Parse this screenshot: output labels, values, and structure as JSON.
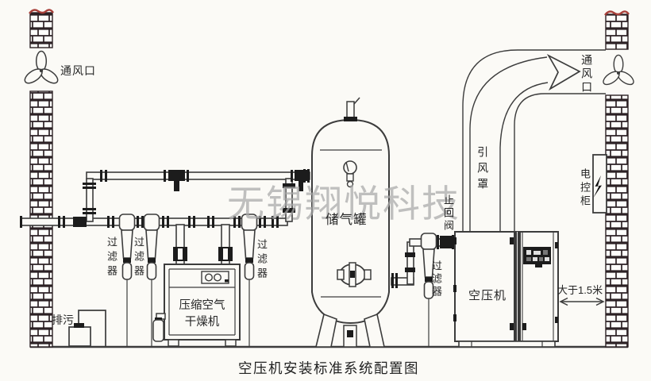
{
  "title": "空压机安装标准系统配置图",
  "watermark": "无锡翔悦科技",
  "labels": {
    "vent_left": "通风口",
    "vent_right": "通风口",
    "filter_1": "过滤器",
    "filter_2": "过滤器",
    "filter_3": "过滤器",
    "filter_4": "过滤器",
    "drain": "排污",
    "dryer_line1": "压缩空气",
    "dryer_line2": "干燥机",
    "tank": "储气罐",
    "check_valve": "止回阀",
    "compressor": "空压机",
    "induction_hood": "引风罩",
    "control_cabinet": "电控柜",
    "clearance": "大于1.5米"
  },
  "icons": {
    "fan_left": "three-blade-fan",
    "fan_right": "three-blade-fan",
    "airflow": "curved-arrow-right",
    "lightning": "lightning-bolt"
  },
  "colors": {
    "bg": "#fbfaf6",
    "line": "#3c3c3c",
    "dark": "#1c1c1c",
    "brick": "#2c2125",
    "wallbreak": "#a8403a",
    "watermark": "#a9a9a9",
    "text": "#262626"
  }
}
